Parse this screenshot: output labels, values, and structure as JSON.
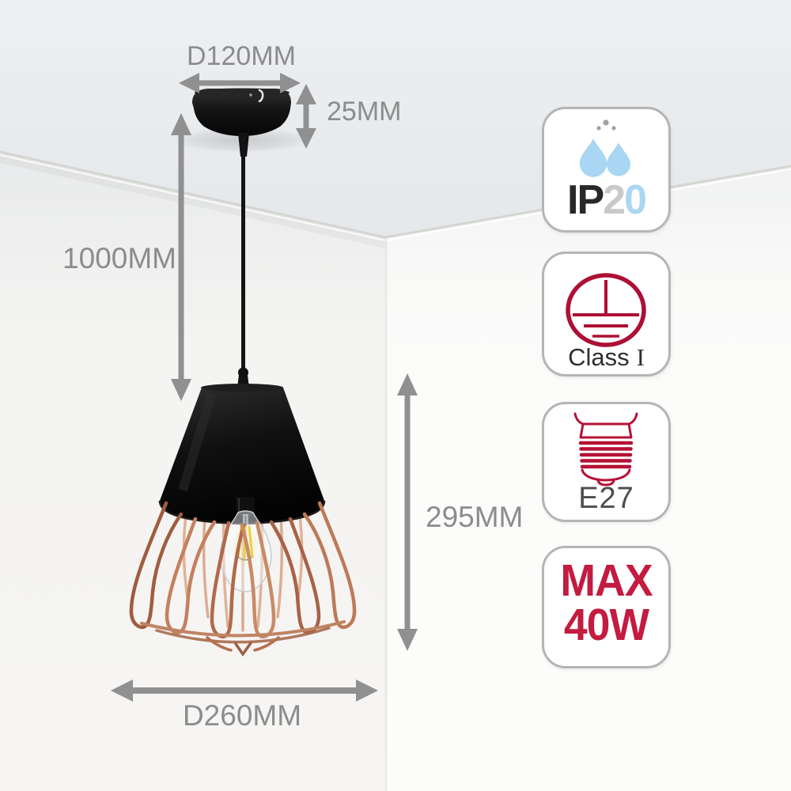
{
  "dimensions": {
    "canopy_diameter": "D120MM",
    "canopy_height": "25MM",
    "suspension_length": "1000MM",
    "fixture_height": "295MM",
    "cage_diameter": "D260MM"
  },
  "badges": {
    "ip_rating": {
      "prefix": "IP",
      "first_digit": "2",
      "second_digit": "0"
    },
    "insulation_class": {
      "label": "Class",
      "numeral": "I"
    },
    "lamp_base": {
      "label": "E27"
    },
    "max_wattage": {
      "line1": "MAX",
      "line2": "40W"
    }
  },
  "icons": {
    "ip_badge": "water-drops-icon",
    "class_badge": "earth-ground-icon",
    "socket_badge": "e27-base-icon"
  },
  "colors": {
    "accent_red": "#b51235",
    "wattage_red": "#c41b40",
    "drop_blue": "#a9d6f2",
    "digit_gray": "#c9c9c9",
    "dimension_gray": "#8f8f8f",
    "copper": "#c4805d",
    "lamp_black": "#141414",
    "ceiling_gray": "#e9ecee"
  }
}
